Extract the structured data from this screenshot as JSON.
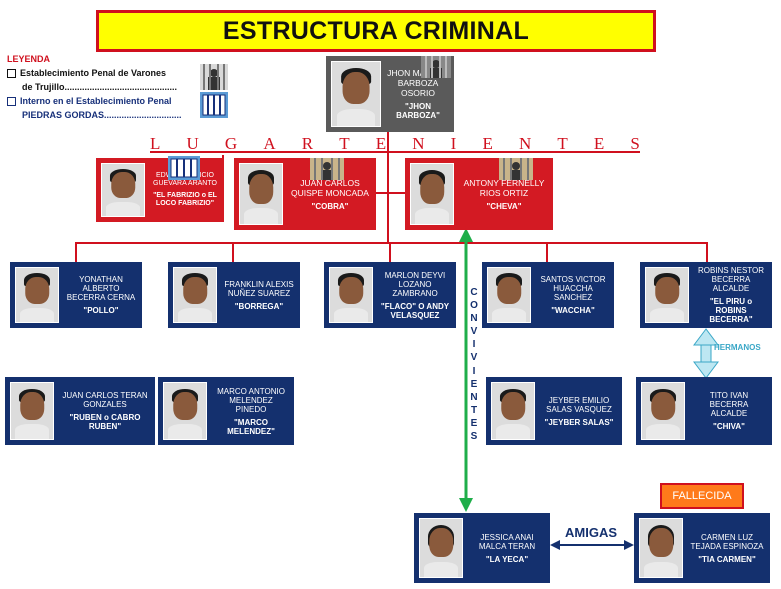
{
  "title": "ESTRUCTURA CRIMINAL",
  "legend": {
    "heading": "LEYENDA",
    "item1_line1": "Establecimiento Penal de Varones",
    "item1_line2": "de Trujillo.............................................",
    "item2_line1": "Interno en el Establecimiento Penal",
    "item2_line2": "PIEDRAS GORDAS...............................",
    "item1_icon": "prison-cell-icon",
    "item2_icon": "prison-building-icon"
  },
  "leader": {
    "name": "JHON MARLON BARBOZA OSORIO",
    "alias": "\"JHON BARBOZA\""
  },
  "lugartenientes_letters": [
    "L",
    "U",
    "G",
    "A",
    "R",
    "T",
    "E",
    "N",
    "I",
    "E",
    "N",
    "T",
    "E",
    "S"
  ],
  "lieutenants": [
    {
      "name": "EDWIN FABRICIO GUEVARA ARANTO",
      "alias": "\"EL FABRIZIO o EL LOCO FABRIZIO\""
    },
    {
      "name": "JUAN CARLOS QUISPE MONCADA",
      "alias": "\"COBRA\""
    },
    {
      "name": "ANTONY FERNELLY RIOS ORTIZ",
      "alias": "\"CHEVA\""
    }
  ],
  "members_row1": [
    {
      "name": "YONATHAN ALBERTO BECERRA CERNA",
      "alias": "\"POLLO\""
    },
    {
      "name": "FRANKLIN ALEXIS NUÑEZ SUAREZ",
      "alias": "\"BORREGA\""
    },
    {
      "name": "MARLON DEYVI LOZANO ZAMBRANO",
      "alias": "\"FLACO\" O ANDY VELASQUEZ"
    },
    {
      "name": "SANTOS VICTOR HUACCHA SANCHEZ",
      "alias": "\"WACCHA\""
    },
    {
      "name": "ROBINS NESTOR BECERRA ALCALDE",
      "alias": "\"EL PIRU o ROBINS BECERRA\""
    }
  ],
  "members_row2": [
    {
      "name": "JUAN CARLOS TERAN GONZALES",
      "alias": "\"RUBEN o CABRO RUBEN\""
    },
    {
      "name": "MARCO ANTONIO MELENDEZ PINEDO",
      "alias": "\"MARCO MELENDEZ\""
    },
    {
      "name": "JEYBER EMILIO SALAS VASQUEZ",
      "alias": "\"JEYBER SALAS\""
    },
    {
      "name": "TITO IVAN BECERRA ALCALDE",
      "alias": "\"CHIVA\""
    }
  ],
  "bottom": [
    {
      "name": "JESSICA ANAI MALCA TERAN",
      "alias": "\"LA YECA\""
    },
    {
      "name": "CARMEN LUZ TEJADA ESPINOZA",
      "alias": "\"TIA CARMEN\""
    }
  ],
  "labels": {
    "convivientes": [
      "C",
      "O",
      "N",
      "V",
      "I",
      "V",
      "I",
      "E",
      "N",
      "T",
      "E",
      "S"
    ],
    "hermanos": "HERMANOS",
    "amigas": "AMIGAS",
    "fallecida": "FALLECIDA"
  },
  "colors": {
    "red": "#d0101e",
    "blue": "#14306e",
    "green": "#1fae4a",
    "yellow": "#ffff00",
    "orange": "#ff7a1a"
  }
}
